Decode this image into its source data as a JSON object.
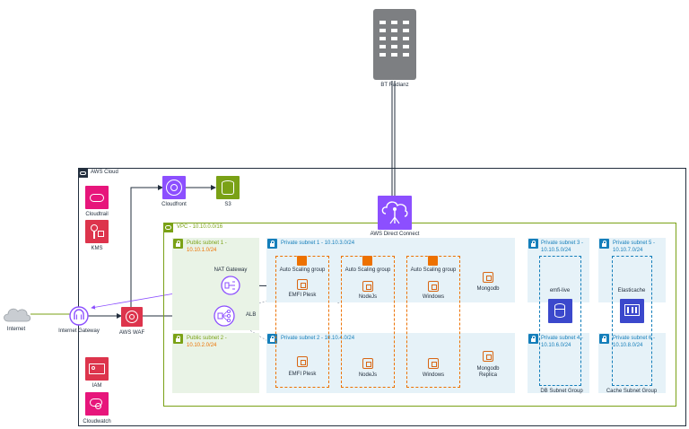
{
  "colors": {
    "aws_cloud_border": "#232f3e",
    "vpc_border": "#7aa116",
    "public_fill": "#e9f3e6",
    "public_text": "#7aa116",
    "private_fill": "#e6f2f8",
    "private_text": "#147eba",
    "asg_border": "#ed7100",
    "ec2": "#d86613",
    "pink": "#e7157b",
    "purple": "#7d3ac1",
    "green": "#7aa116",
    "red": "#dd344c"
  },
  "datacenter": {
    "label": "BT Radianz",
    "icon": "building-icon"
  },
  "aws_cloud": {
    "title": "AWS Cloud"
  },
  "vpc": {
    "title": "VPC - 10.10.0.0/16"
  },
  "left_services": [
    {
      "label": "Cloudtrail",
      "icon": "cloudtrail-icon"
    },
    {
      "label": "KMS",
      "icon": "kms-icon"
    },
    {
      "label": "IAM",
      "icon": "iam-icon"
    },
    {
      "label": "Cloudwatch",
      "icon": "cloudwatch-icon"
    }
  ],
  "edge": {
    "internet": "Internet",
    "internet_gateway": "Internet Gateway",
    "waf": "AWS WAF",
    "cloudfront": "Cloudfront",
    "s3": "S3",
    "direct_connect": "AWS Direct Connect",
    "nat_gateway": "NAT Gateway",
    "alb": "ALB"
  },
  "subnets": {
    "public1": {
      "title": "Public subnet 1 -",
      "cidr": "10.10.1.0/24"
    },
    "public2": {
      "title": "Public subnet 2 -",
      "cidr": "10.10.2.0/24"
    },
    "private1": {
      "title": "Private subnet 1 - 10.10.3.0/24"
    },
    "private2": {
      "title": "Private subnet 2 - 10.10.4.0/24"
    },
    "private3": {
      "title": "Private subnet 3 -",
      "cidr": "10.10.5.0/24"
    },
    "private4": {
      "title": "Private subnet 4 -",
      "cidr": "10.10.6.0/24"
    },
    "private5": {
      "title": "Private subnet 5 -",
      "cidr": "10.10.7.0/24"
    },
    "private6": {
      "title": "Private subnet 6 -",
      "cidr": "10.10.8.0/24"
    }
  },
  "asg_label": "Auto Scaling group",
  "instances": {
    "emfi1": "EMFI Plesk",
    "emfi2": "EMFI Plesk",
    "node1": "NodeJs",
    "node2": "NodeJs",
    "win1": "Windows",
    "win2": "Windows",
    "mongo1": "Mongodb",
    "mongo2_line1": "Mongodb",
    "mongo2_line2": "Replica"
  },
  "db_group": {
    "name": "emfi-live",
    "label": "DB Subnet Group"
  },
  "cache_group": {
    "name": "Elasticache",
    "label": "Cache Subnet Group"
  }
}
